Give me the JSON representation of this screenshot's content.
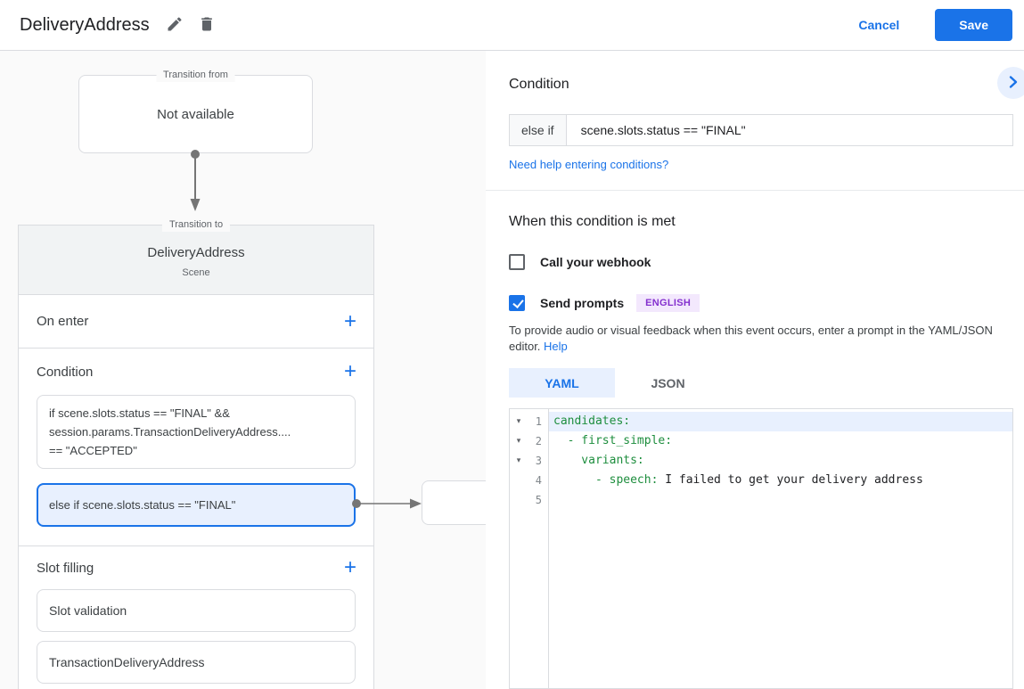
{
  "header": {
    "title": "DeliveryAddress",
    "cancel_label": "Cancel",
    "save_label": "Save"
  },
  "icons": {
    "add": "+",
    "fold": "▾"
  },
  "diagram": {
    "transition_from": {
      "label": "Transition from",
      "value": "Not available"
    },
    "transition_to": {
      "label": "Transition to",
      "name": "DeliveryAddress",
      "type": "Scene",
      "on_enter": {
        "title": "On enter"
      },
      "condition": {
        "title": "Condition",
        "items": [
          {
            "text": "if scene.slots.status == \"FINAL\" &&\nsession.params.TransactionDeliveryAddress....\n== \"ACCEPTED\"",
            "selected": false
          },
          {
            "text": "else if scene.slots.status == \"FINAL\"",
            "selected": true
          }
        ]
      },
      "slot_filling": {
        "title": "Slot filling",
        "items": [
          {
            "label": "Slot validation"
          },
          {
            "label": "TransactionDeliveryAddress"
          }
        ]
      }
    }
  },
  "condition_panel": {
    "title": "Condition",
    "operator": "else if",
    "expression": "scene.slots.status == \"FINAL\"",
    "help_link": "Need help entering conditions?"
  },
  "handlers": {
    "title": "When this condition is met",
    "webhook": {
      "label": "Call your webhook",
      "checked": false
    },
    "prompts": {
      "label": "Send prompts",
      "checked": true,
      "badge": "ENGLISH"
    },
    "description": "To provide audio or visual feedback when this event occurs, enter a prompt in the YAML/JSON editor.",
    "help_label": "Help",
    "tabs": [
      {
        "label": "YAML",
        "active": true
      },
      {
        "label": "JSON",
        "active": false
      }
    ],
    "editor": {
      "language": "yaml",
      "lines": [
        {
          "number": "1",
          "foldable": true,
          "key": "candidates:",
          "value": "",
          "highlighted": true
        },
        {
          "number": "2",
          "foldable": true,
          "key": "  - first_simple:",
          "value": ""
        },
        {
          "number": "3",
          "foldable": true,
          "key": "    variants:",
          "value": ""
        },
        {
          "number": "4",
          "foldable": false,
          "key": "      - speech:",
          "value": " I failed to get your delivery address"
        },
        {
          "number": "5",
          "foldable": false,
          "key": "",
          "value": ""
        }
      ]
    }
  },
  "colors": {
    "accent": "#1a73e8",
    "selection_bg": "#e8f0fe",
    "yaml_key": "#1e8e3e",
    "badge_text": "#8430ce",
    "badge_bg": "#f3e8fd"
  }
}
